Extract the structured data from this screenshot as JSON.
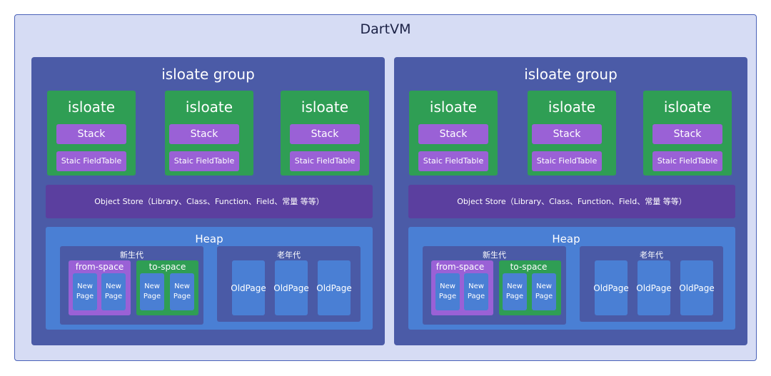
{
  "title": "DartVM",
  "groups": [
    {
      "title": "isloate group",
      "isolates": [
        {
          "title": "isloate",
          "stack": "Stack",
          "field_table": "Staic FieldTable"
        },
        {
          "title": "isloate",
          "stack": "Stack",
          "field_table": "Staic FieldTable"
        },
        {
          "title": "isloate",
          "stack": "Stack",
          "field_table": "Staic FieldTable"
        }
      ],
      "object_store": "Object Store（Library、Class、Function、Field、常量 等等）",
      "heap": {
        "title": "Heap",
        "young": {
          "title": "新生代",
          "from_space": {
            "title": "from-space",
            "pages": [
              "New Page",
              "New Page"
            ]
          },
          "to_space": {
            "title": "to-space",
            "pages": [
              "New Page",
              "New Page"
            ]
          }
        },
        "old": {
          "title": "老年代",
          "pages": [
            "OldPage",
            "OldPage",
            "OldPage"
          ]
        }
      }
    },
    {
      "title": "isloate group",
      "isolates": [
        {
          "title": "isloate",
          "stack": "Stack",
          "field_table": "Staic FieldTable"
        },
        {
          "title": "isloate",
          "stack": "Stack",
          "field_table": "Staic FieldTable"
        },
        {
          "title": "isloate",
          "stack": "Stack",
          "field_table": "Staic FieldTable"
        }
      ],
      "object_store": "Object Store（Library、Class、Function、Field、常量 等等）",
      "heap": {
        "title": "Heap",
        "young": {
          "title": "新生代",
          "from_space": {
            "title": "from-space",
            "pages": [
              "New Page",
              "New Page"
            ]
          },
          "to_space": {
            "title": "to-space",
            "pages": [
              "New Page",
              "New Page"
            ]
          }
        },
        "old": {
          "title": "老年代",
          "pages": [
            "OldPage",
            "OldPage",
            "OldPage"
          ]
        }
      }
    }
  ]
}
